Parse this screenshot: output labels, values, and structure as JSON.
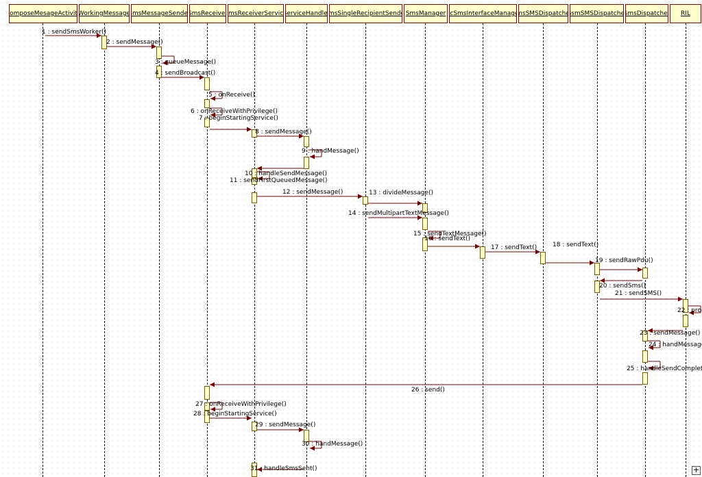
{
  "participants": [
    "ComposeMesageActivity",
    "WorkingMessage",
    "SmsMessageSender",
    "SmsReceiver",
    "SmsReceiverService",
    "ServiceHandler",
    "SmsSingleRecipientSender",
    "SmsManager",
    "IccSmsInterfaceManager",
    "ImsSMSDispatcher",
    "GsmSMSDispatcher",
    "SmsDispatcher",
    "RIL"
  ],
  "messages": [
    {
      "n": "1",
      "label": "sendSmsWorker()"
    },
    {
      "n": "2",
      "label": "sendMessage()"
    },
    {
      "n": "3",
      "label": "queueMessage()"
    },
    {
      "n": "4",
      "label": "sendBroadcast()"
    },
    {
      "n": "5",
      "label": "onReceive()"
    },
    {
      "n": "6",
      "label": "onReceiveWithPrivilege()"
    },
    {
      "n": "7",
      "label": "beginStartingService()"
    },
    {
      "n": "8",
      "label": "sendMessage()"
    },
    {
      "n": "9",
      "label": "handMessage()"
    },
    {
      "n": "10",
      "label": "handleSendMessage()"
    },
    {
      "n": "11",
      "label": "sendFirstQueuedMessage()"
    },
    {
      "n": "12",
      "label": "sendMessage()"
    },
    {
      "n": "13",
      "label": "divideMessage()"
    },
    {
      "n": "14",
      "label": "sendMultipartTextMessage()"
    },
    {
      "n": "15",
      "label": "sendTextMessage()"
    },
    {
      "n": "16",
      "label": "sendText()"
    },
    {
      "n": "17",
      "label": "sendText()"
    },
    {
      "n": "18",
      "label": "sendText()"
    },
    {
      "n": "19",
      "label": "sendRawPdu()"
    },
    {
      "n": "20",
      "label": "sendSms()"
    },
    {
      "n": "21",
      "label": "sendSMS()"
    },
    {
      "n": "22",
      "label": "proc"
    },
    {
      "n": "23",
      "label": "sendMessage()"
    },
    {
      "n": "24",
      "label": "handMessage()"
    },
    {
      "n": "25",
      "label": "handleSendComplete()"
    },
    {
      "n": "26",
      "label": "send()"
    },
    {
      "n": "27",
      "label": "onReceiveWithPrivilege()"
    },
    {
      "n": "28",
      "label": "beginStartingService()"
    },
    {
      "n": "29",
      "label": "sendMessage()"
    },
    {
      "n": "30",
      "label": "handMessage()"
    },
    {
      "n": "31",
      "label": "handleSmsSent()"
    }
  ],
  "colors": {
    "box_fill": "#ffffcc",
    "arrow": "#7a0000",
    "box_border": "#8a0000"
  },
  "corner_button_icon": "expand-plus-icon"
}
